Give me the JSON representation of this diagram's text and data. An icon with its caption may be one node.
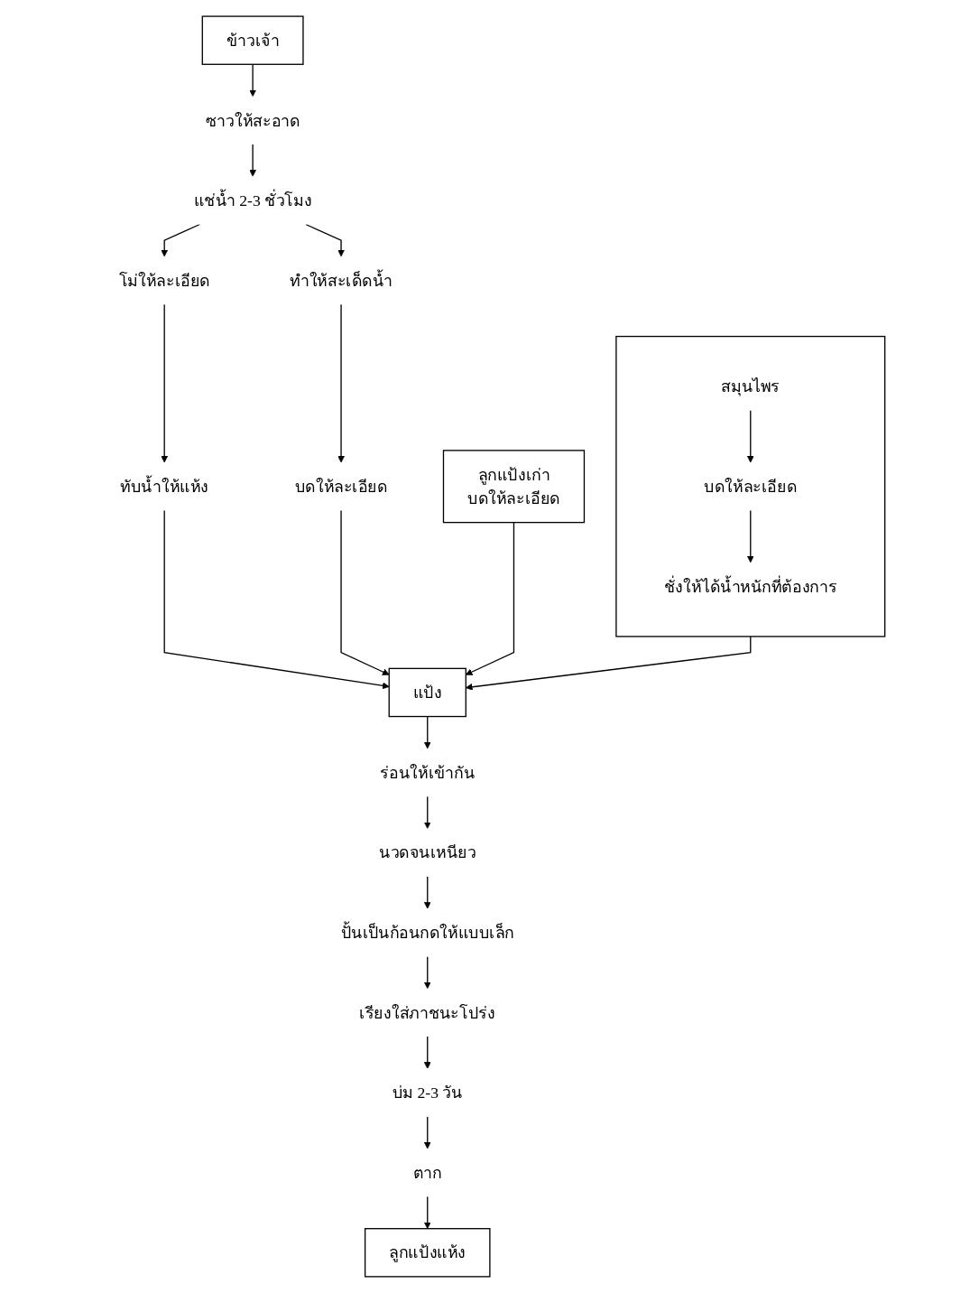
{
  "diagram": {
    "nodes": [
      {
        "text": [
          "ข้าวเจ้า"
        ]
      },
      {
        "text": [
          "ซาวให้สะอาด"
        ]
      },
      {
        "text": [
          "แช่น้ำ 2-3 ชั่วโมง"
        ]
      },
      {
        "text": [
          "ทำให้สะเด็ดน้ำ"
        ]
      },
      {
        "text": [
          "โม่ให้ละเอียด"
        ]
      },
      {
        "text": [
          "บดให้ละเอียด"
        ]
      },
      {
        "text": [],
        "shape": "box"
      },
      {
        "text": [
          "สมุนไพร"
        ],
        "in": 6
      },
      {
        "text": [
          "บดให้ละเอียด"
        ],
        "in": 6
      },
      {
        "text": [
          "ชั่งให้ได้น้ำหนักที่ต้องการ"
        ],
        "in": 6
      },
      {
        "text": [
          "ทับน้ำให้แห้ง"
        ]
      },
      {
        "text": [
          "ลูกแป้งเก่า",
          "บดให้ละเอียด"
        ]
      },
      {
        "text": [
          "แป้ง"
        ]
      },
      {
        "text": [
          "ร่อนให้เข้ากัน"
        ]
      },
      {
        "text": [
          "นวดจนเหนียว"
        ]
      },
      {
        "text": [
          "ปั้นเป็นก้อนกดให้แบบเล็ก"
        ]
      },
      {
        "text": [
          "เรียงใส่ภาชนะโปร่ง"
        ]
      },
      {
        "text": [
          "บ่ม 2-3 วัน"
        ]
      },
      {
        "text": [
          "ตาก"
        ]
      },
      {
        "text": [
          "ลูกแป้งแห้ง"
        ]
      }
    ],
    "edges": [
      {
        "from": 0,
        "to": 1,
        "arrow": "to"
      },
      {
        "from": 1,
        "to": 2,
        "arrow": "to"
      },
      {
        "from": 2,
        "to": 3,
        "arrow": "to"
      },
      {
        "from": 2,
        "to": 4,
        "arrow": "to"
      },
      {
        "from": 3,
        "to": 5,
        "arrow": "to"
      },
      {
        "from": 4,
        "to": 10,
        "arrow": "to"
      },
      {
        "from": 7,
        "to": 8,
        "arrow": "to"
      },
      {
        "from": 8,
        "to": 9,
        "arrow": "to"
      },
      {
        "from": 10,
        "to": 12,
        "arrow": "to"
      },
      {
        "from": 5,
        "to": 12,
        "arrow": "to"
      },
      {
        "from": 6,
        "to": 12,
        "arrow": "to"
      },
      {
        "from": 11,
        "to": 12,
        "arrow": "to"
      },
      {
        "from": 12,
        "to": 13,
        "arrow": "to"
      },
      {
        "from": 13,
        "to": 14,
        "arrow": "to"
      },
      {
        "from": 14,
        "to": 15,
        "arrow": "to"
      },
      {
        "from": 15,
        "to": 16,
        "arrow": "to"
      },
      {
        "from": 16,
        "to": 17,
        "arrow": "to"
      },
      {
        "from": 17,
        "to": 18,
        "arrow": "to"
      },
      {
        "from": 18,
        "to": 19,
        "arrow": "to"
      }
    ]
  }
}
